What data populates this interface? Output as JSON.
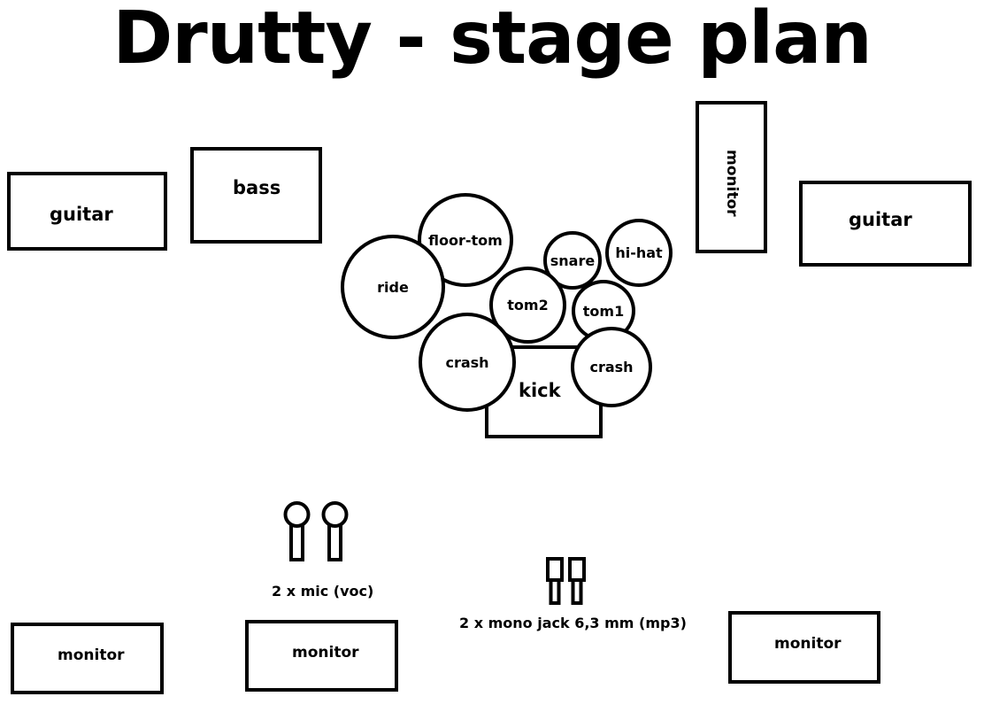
{
  "title": "Drutty - stage plan",
  "amps": {
    "guitar_left": "guitar",
    "bass": "bass",
    "guitar_right": "guitar"
  },
  "monitors": {
    "side_right": "monitor",
    "front_left": "monitor",
    "front_center_left": "monitor",
    "front_right": "monitor"
  },
  "drums": {
    "floor_tom": "floor-tom",
    "ride": "ride",
    "snare": "snare",
    "hi_hat": "hi-hat",
    "tom2": "tom2",
    "tom1": "tom1",
    "crash_left": "crash",
    "crash_right": "crash",
    "kick": "kick"
  },
  "inputs": {
    "mics": "2 x mic (voc)",
    "jacks": "2 x mono jack 6,3 mm (mp3)"
  }
}
